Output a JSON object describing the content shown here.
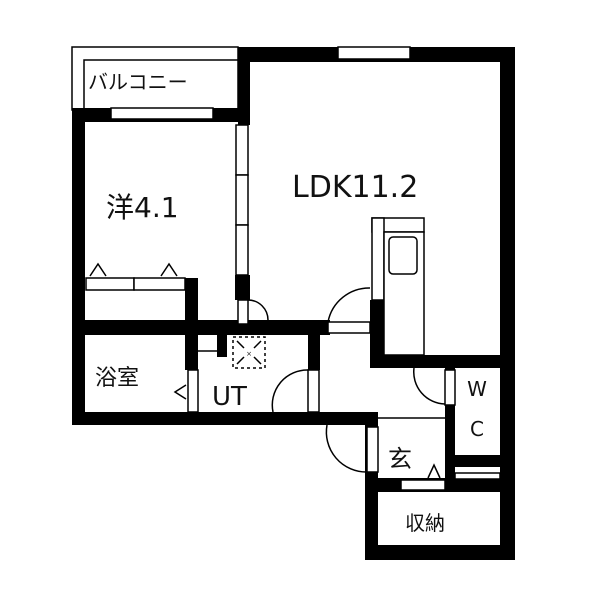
{
  "rooms": {
    "balcony": "バルコニー",
    "western_room": "洋4.1",
    "ldk": "LDK11.2",
    "bath": "浴室",
    "utility": "UT",
    "wc_w": "W",
    "wc_c": "C",
    "entrance": "玄",
    "storage": "収納"
  },
  "colors": {
    "wall": "#000000",
    "background": "#ffffff"
  }
}
